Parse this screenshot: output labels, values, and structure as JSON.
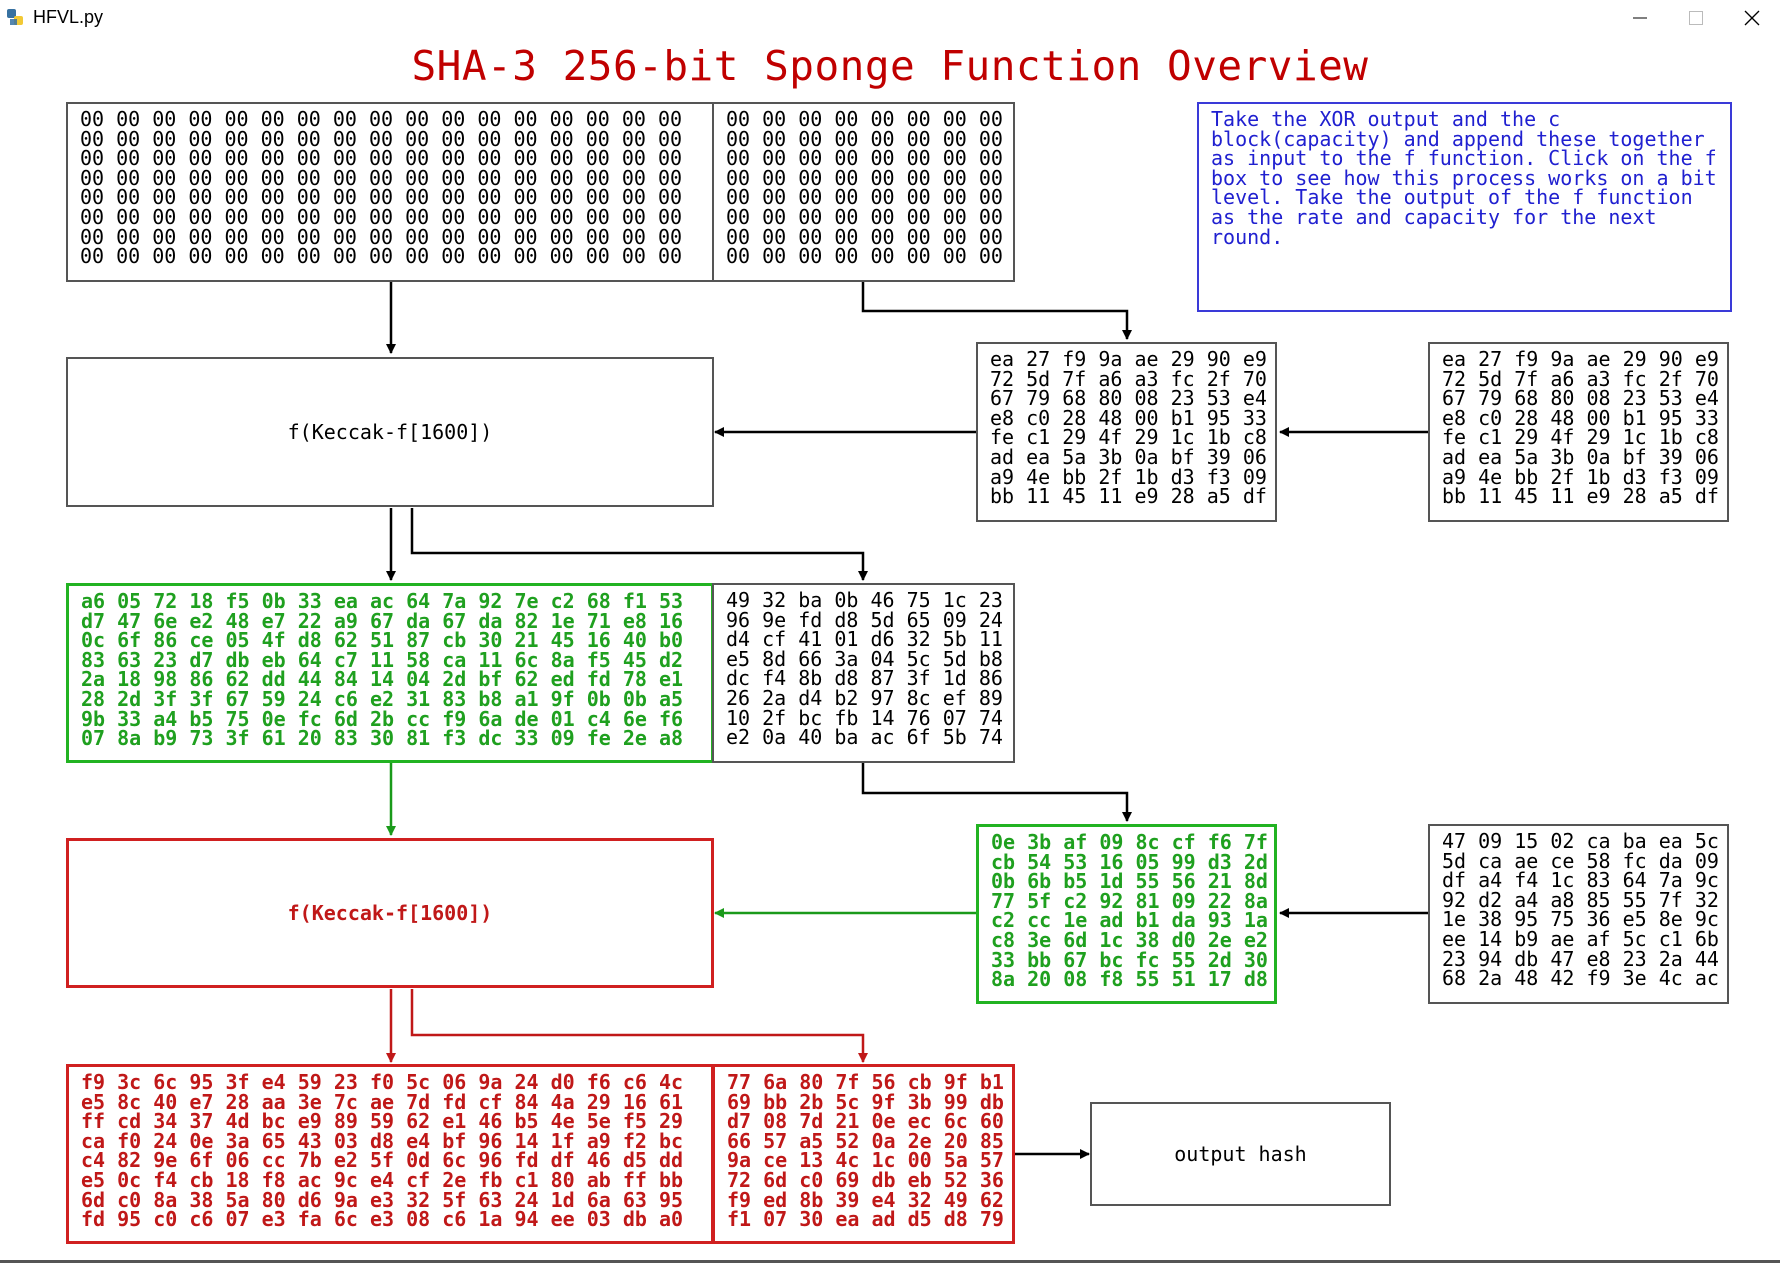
{
  "window": {
    "title": "HFVL.py"
  },
  "main_title": "SHA-3 256-bit Sponge Function Overview",
  "info_text": "Take the XOR output and the c block(capacity) and append these together as input to the f function. Click on the f box to see how this process works on a bit level. Take the output of the f function as the rate and capacity for the next round.",
  "f_box_1": "f(Keccak-f[1600])",
  "f_box_2": "f(Keccak-f[1600])",
  "output_box": "output hash",
  "blocks": {
    "rate_initial": "00 00 00 00 00 00 00 00 00 00 00 00 00 00 00 00 00\n00 00 00 00 00 00 00 00 00 00 00 00 00 00 00 00 00\n00 00 00 00 00 00 00 00 00 00 00 00 00 00 00 00 00\n00 00 00 00 00 00 00 00 00 00 00 00 00 00 00 00 00\n00 00 00 00 00 00 00 00 00 00 00 00 00 00 00 00 00\n00 00 00 00 00 00 00 00 00 00 00 00 00 00 00 00 00\n00 00 00 00 00 00 00 00 00 00 00 00 00 00 00 00 00\n00 00 00 00 00 00 00 00 00 00 00 00 00 00 00 00 00",
    "capacity_initial": "00 00 00 00 00 00 00 00\n00 00 00 00 00 00 00 00\n00 00 00 00 00 00 00 00\n00 00 00 00 00 00 00 00\n00 00 00 00 00 00 00 00\n00 00 00 00 00 00 00 00\n00 00 00 00 00 00 00 00\n00 00 00 00 00 00 00 00",
    "xor_output_1": "ea 27 f9 9a ae 29 90 e9\n72 5d 7f a6 a3 fc 2f 70\n67 79 68 80 08 23 53 e4\ne8 c0 28 48 00 b1 95 33\nfe c1 29 4f 29 1c 1b c8\nad ea 5a 3b 0a bf 39 06\na9 4e bb 2f 1b d3 f3 09\nbb 11 45 11 e9 28 a5 df",
    "message_block_1": "ea 27 f9 9a ae 29 90 e9\n72 5d 7f a6 a3 fc 2f 70\n67 79 68 80 08 23 53 e4\ne8 c0 28 48 00 b1 95 33\nfe c1 29 4f 29 1c 1b c8\nad ea 5a 3b 0a bf 39 06\na9 4e bb 2f 1b d3 f3 09\nbb 11 45 11 e9 28 a5 df",
    "rate_round_2": "a6 05 72 18 f5 0b 33 ea ac 64 7a 92 7e c2 68 f1 53\nd7 47 6e e2 48 e7 22 a9 67 da 67 da 82 1e 71 e8 16\n0c 6f 86 ce 05 4f d8 62 51 87 cb 30 21 45 16 40 b0\n83 63 23 d7 db eb 64 c7 11 58 ca 11 6c 8a f5 45 d2\n2a 18 98 86 62 dd 44 84 14 04 2d bf 62 ed fd 78 e1\n28 2d 3f 3f 67 59 24 c6 e2 31 83 b8 a1 9f 0b 0b a5\n9b 33 a4 b5 75 0e fc 6d 2b cc f9 6a de 01 c4 6e f6\n07 8a b9 73 3f 61 20 83 30 81 f3 dc 33 09 fe 2e a8",
    "capacity_round_2": "49 32 ba 0b 46 75 1c 23\n96 9e fd d8 5d 65 09 24\nd4 cf 41 01 d6 32 5b 11\ne5 8d 66 3a 04 5c 5d b8\ndc f4 8b d8 87 3f 1d 86\n26 2a d4 b2 97 8c ef 89\n10 2f bc fb 14 76 07 74\ne2 0a 40 ba ac 6f 5b 74",
    "xor_output_2": "0e 3b af 09 8c cf f6 7f\ncb 54 53 16 05 99 d3 2d\n0b 6b b5 1d 55 56 21 8d\n77 5f c2 92 81 09 22 8a\nc2 cc 1e ad b1 da 93 1a\nc8 3e 6d 1c 38 d0 2e e2\n33 bb 67 bc fc 55 2d 30\n8a 20 08 f8 55 51 17 d8",
    "message_block_2": "47 09 15 02 ca ba ea 5c\n5d ca ae ce 58 fc da 09\ndf a4 f4 1c 83 64 7a 9c\n92 d2 a4 a8 85 55 7f 32\n1e 38 95 75 36 e5 8e 9c\nee 14 b9 ae af 5c c1 6b\n23 94 db 47 e8 23 2a 44\n68 2a 48 42 f9 3e 4c ac",
    "rate_final": "f9 3c 6c 95 3f e4 59 23 f0 5c 06 9a 24 d0 f6 c6 4c\ne5 8c 40 e7 28 aa 3e 7c ae 7d fd cf 84 4a 29 16 61\nff cd 34 37 4d bc e9 89 59 62 e1 46 b5 4e 5e f5 29\nca f0 24 0e 3a 65 43 03 d8 e4 bf 96 14 1f a9 f2 bc\nc4 82 9e 6f 06 cc 7b e2 5f 0d 6c 96 fd df 46 d5 dd\ne5 0c f4 cb 18 f8 ac 9c e4 cf 2e fb c1 80 ab ff bb\n6d c0 8a 38 5a 80 d6 9a e3 32 5f 63 24 1d 6a 63 95\nfd 95 c0 c6 07 e3 fa 6c e3 08 c6 1a 94 ee 03 db a0",
    "capacity_final": "77 6a 80 7f 56 cb 9f b1\n69 bb 2b 5c 9f 3b 99 db\nd7 08 7d 21 0e ec 6c 60\n66 57 a5 52 0a 2e 20 85\n9a ce 13 4c 1c 00 5a 57\n72 6d c0 69 db eb 52 36\nf9 ed 8b 39 e4 32 49 62\nf1 07 30 ea ad d5 d8 79"
  },
  "colors": {
    "title": "#c00000",
    "green": "#1fa01f",
    "red": "#c01818",
    "info_blue": "#2020d0",
    "border_gray": "#555555"
  }
}
